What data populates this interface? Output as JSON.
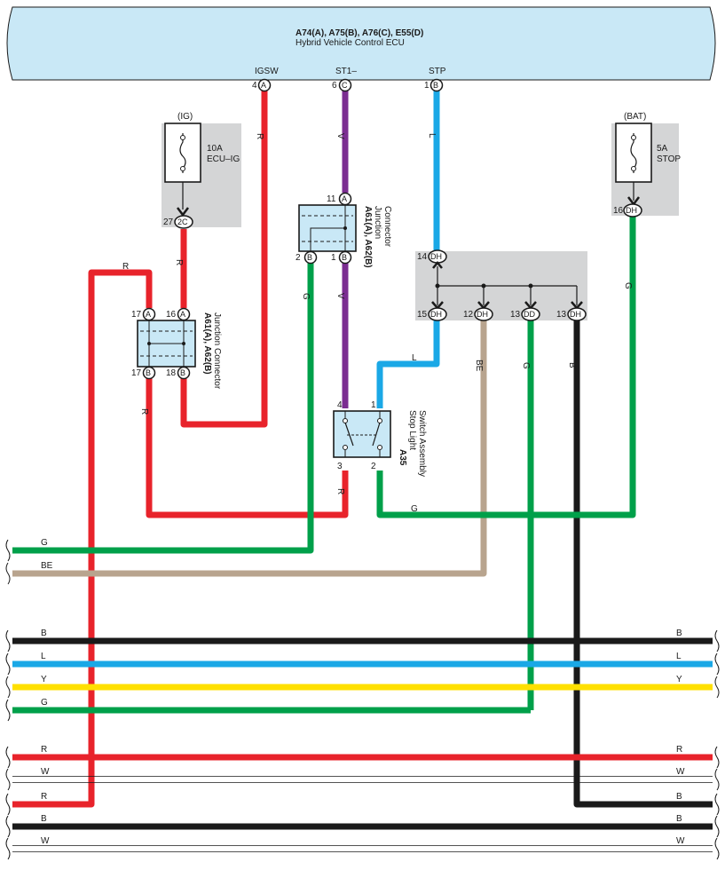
{
  "colors": {
    "R": "#e8232b",
    "G": "#00a04a",
    "L": "#1aa8e6",
    "V": "#7b2d91",
    "BE": "#b8a48e",
    "B": "#1a1a1a",
    "Y": "#ffe000",
    "W": "#ffffff",
    "ecu_fill": "#c9e8f6",
    "box_fill": "#d4d5d6"
  },
  "ecu": {
    "title": "A74(A), A75(B), A76(C), E55(D)",
    "subtitle": "Hybrid Vehicle Control ECU",
    "pins": [
      {
        "name": "IGSW",
        "num": "4",
        "conn": "A"
      },
      {
        "name": "ST1–",
        "num": "6",
        "conn": "C"
      },
      {
        "name": "STP",
        "num": "1",
        "conn": "B"
      }
    ]
  },
  "fuse_ig": {
    "header": "(IG)",
    "rating": "10A",
    "name": "ECU–IG",
    "pin": "27",
    "conn": "2C"
  },
  "fuse_bat": {
    "header": "(BAT)",
    "rating": "5A",
    "name": "STOP",
    "pin": "16",
    "conn": "DH"
  },
  "jc_upper": {
    "id": "A61(A), A62(B)",
    "name": "Junction",
    "name2": "Connector",
    "pins": [
      {
        "num": "11",
        "conn": "A"
      },
      {
        "num": "2",
        "conn": "B"
      },
      {
        "num": "1",
        "conn": "B"
      }
    ]
  },
  "jc_lower": {
    "id": "A61(A), A62(B)",
    "name": "Junction Connector",
    "pins": [
      {
        "num": "17",
        "conn": "A"
      },
      {
        "num": "16",
        "conn": "A"
      },
      {
        "num": "17",
        "conn": "B"
      },
      {
        "num": "18",
        "conn": "B"
      }
    ]
  },
  "joint": {
    "pins": [
      {
        "num": "14",
        "conn": "DH"
      },
      {
        "num": "15",
        "conn": "DH"
      },
      {
        "num": "12",
        "conn": "DH"
      },
      {
        "num": "13",
        "conn": "DD"
      },
      {
        "num": "13",
        "conn": "DH"
      }
    ]
  },
  "switch": {
    "id": "A35",
    "name1": "Stop Light",
    "name2": "Switch Assembly",
    "pins": [
      "4",
      "1",
      "3",
      "2"
    ]
  },
  "wire_labels": {
    "igsw": "R",
    "st1": "V",
    "st1_lower": "V",
    "stp": "L",
    "bat": "G",
    "r_loop": "R",
    "r_fuse": "R",
    "r_jc_left": "R",
    "g_jc_upper": "G",
    "r_switch": "R",
    "l_switch": "L",
    "be_joint": "BE",
    "g_joint": "G",
    "b_joint": "B",
    "g_bottom": "G"
  },
  "buses": [
    {
      "id": "g1",
      "color": "G",
      "left": "G",
      "right": ""
    },
    {
      "id": "be1",
      "color": "BE",
      "left": "BE",
      "right": ""
    },
    {
      "id": "b1",
      "color": "B",
      "left": "B",
      "right": "B"
    },
    {
      "id": "l1",
      "color": "L",
      "left": "L",
      "right": "L"
    },
    {
      "id": "y1",
      "color": "Y",
      "left": "Y",
      "right": "Y"
    },
    {
      "id": "g2",
      "color": "G",
      "left": "G",
      "right": ""
    },
    {
      "id": "r1",
      "color": "R",
      "left": "R",
      "right": "R"
    },
    {
      "id": "w1",
      "color": "W",
      "left": "W",
      "right": "W"
    },
    {
      "id": "r2",
      "color": "R",
      "left": "R",
      "right": ""
    },
    {
      "id": "b2",
      "color": "B",
      "left": "",
      "right": "B"
    },
    {
      "id": "b3",
      "color": "B",
      "left": "B",
      "right": "B"
    },
    {
      "id": "w2",
      "color": "W",
      "left": "W",
      "right": "W"
    }
  ]
}
